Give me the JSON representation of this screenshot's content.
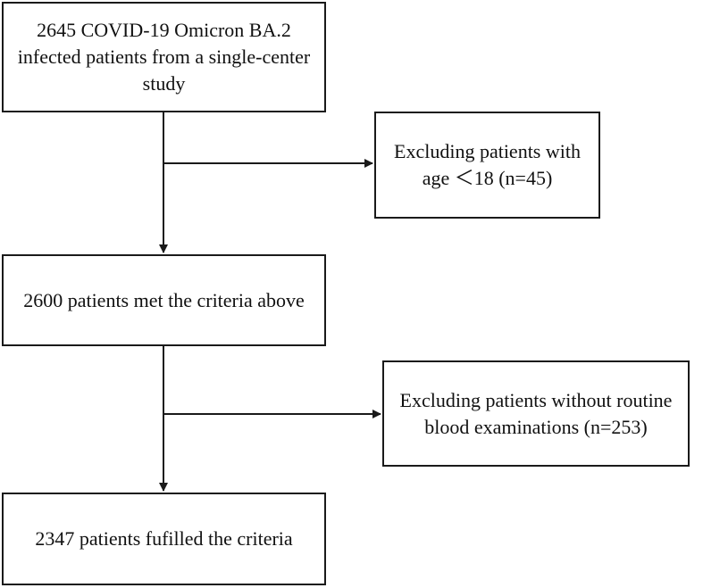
{
  "flowchart": {
    "start_box": {
      "lines": [
        "2645 COVID-19 Omicron BA.2",
        "infected patients from a single-center",
        "study"
      ]
    },
    "exclusion_1": {
      "lines": [
        "Excluding patients with",
        "age ＜18 (n=45)"
      ]
    },
    "middle_box": {
      "lines": [
        "2600 patients met the criteria above"
      ]
    },
    "exclusion_2": {
      "lines": [
        "Excluding patients without routine",
        "blood examinations (n=253)"
      ]
    },
    "final_box": {
      "lines": [
        "2347 patients fufilled the criteria"
      ]
    }
  }
}
